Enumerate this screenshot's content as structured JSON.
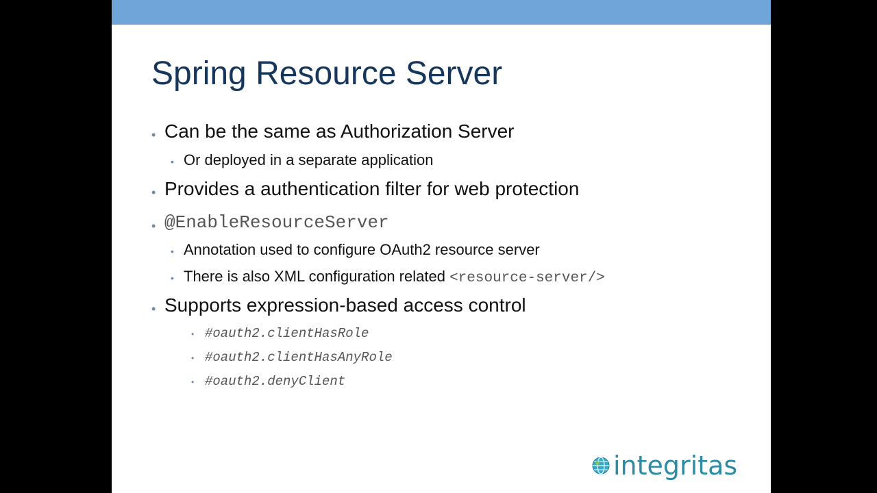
{
  "slide": {
    "title": "Spring Resource Server",
    "bullets": {
      "b1": "Can be the same as Authorization Server",
      "b1_1": "Or deployed in a separate application",
      "b2": "Provides a authentication filter for web protection",
      "b3": "@EnableResourceServer",
      "b3_1": "Annotation used to configure OAuth2 resource server",
      "b3_2_text": "There is also XML configuration related ",
      "b3_2_code": "<resource-server/>",
      "b4": "Supports expression-based access control",
      "b4_1": "#oauth2.clientHasRole",
      "b4_2": "#oauth2.clientHasAnyRole",
      "b4_3": "#oauth2.denyClient"
    },
    "bullet_glyph": "•",
    "logo": {
      "text": "integritas",
      "icon": "globe-icon"
    },
    "colors": {
      "top_bar": "#6fa6da",
      "title": "#16365c",
      "bullet": "#6f8aa5",
      "logo": "#2d8ca3"
    }
  }
}
